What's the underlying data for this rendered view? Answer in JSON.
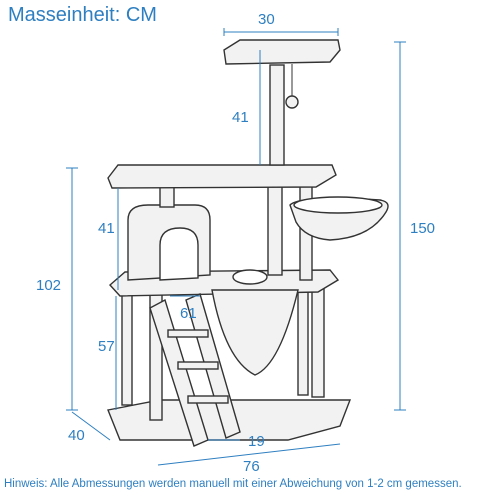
{
  "title": "Masseinheit: CM",
  "note": "Hinweis: Alle Abmessungen werden manuell mit einer Abweichung von 1-2 cm gemessen.",
  "dimensions": {
    "top_width": "30",
    "post_top": "41",
    "total_height": "150",
    "condo_height": "41",
    "mid_height": "102",
    "ladder": "61",
    "base_height": "57",
    "depth": "40",
    "foot": "19",
    "width": "76"
  },
  "colors": {
    "line": "#2e7fc1",
    "outline": "#333333",
    "fill": "#f2f2f2"
  }
}
